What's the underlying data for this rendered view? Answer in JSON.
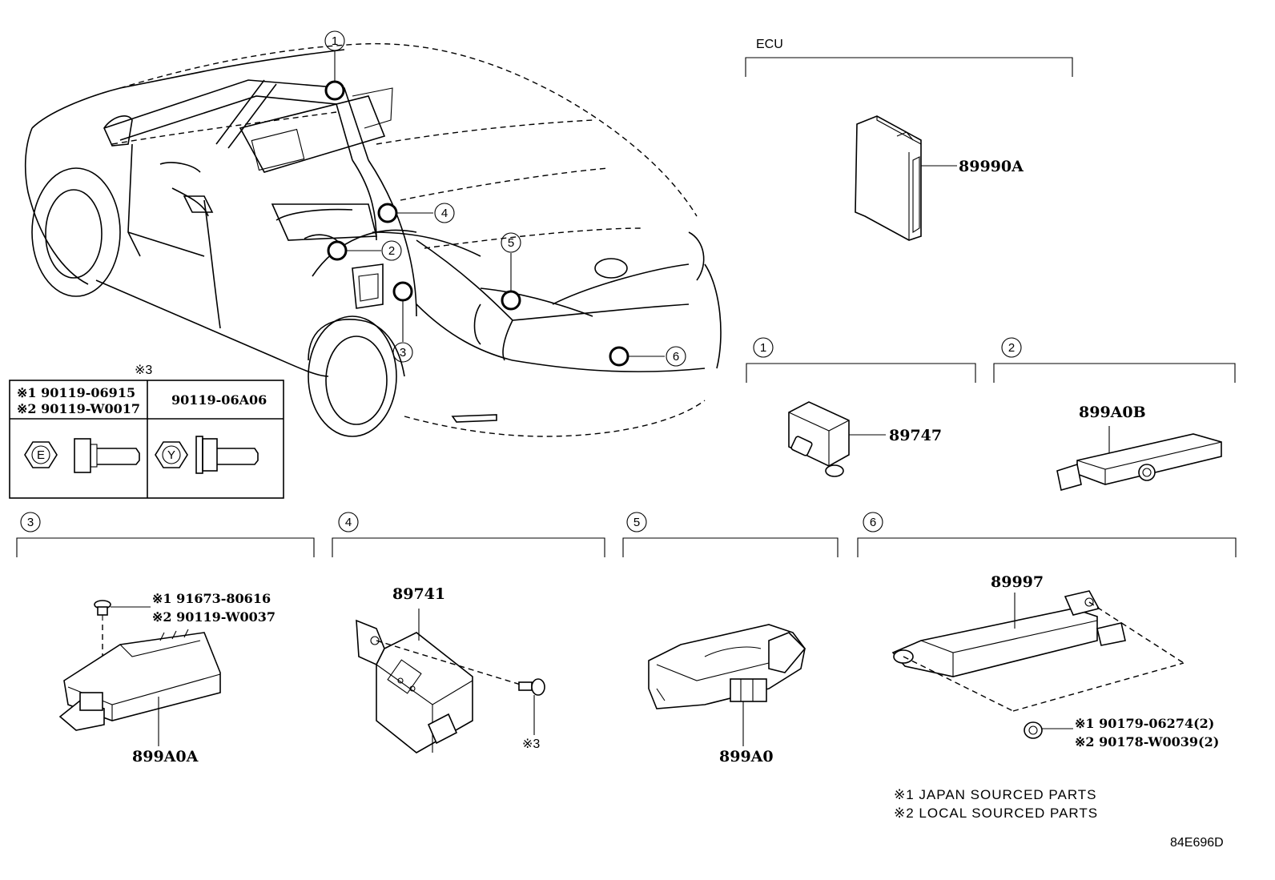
{
  "ecu_label": "ECU",
  "ref_mark_3": "※3",
  "callout_numbers": [
    "1",
    "2",
    "3",
    "4",
    "5",
    "6"
  ],
  "parts": {
    "ecu": "89990A",
    "p1": "89747",
    "p2": "899A0B",
    "p3": "899A0A",
    "p4": "89741",
    "p5": "899A0",
    "p6": "89997"
  },
  "fastener_table": {
    "left_header_1": "※1 90119-06915",
    "left_header_2": "※2 90119-W0017",
    "right_header": "90119-06A06",
    "left_letter": "E",
    "right_letter": "Y"
  },
  "fastener_notes": {
    "p3_a": "※1 91673-80616",
    "p3_b": "※2 90119-W0037",
    "p4_ref": "※3",
    "p6_a": "※1 90179-06274(2)",
    "p6_b": "※2 90178-W0039(2)"
  },
  "legend": {
    "line1": "※1 JAPAN SOURCED PARTS",
    "line2": "※2 LOCAL SOURCED PARTS"
  },
  "figure_code": "84E696D"
}
